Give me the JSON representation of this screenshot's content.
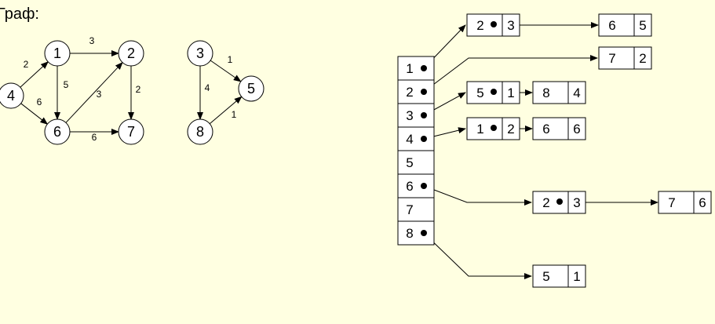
{
  "title": "Граф:",
  "graph": {
    "nodes": [
      {
        "label": "1"
      },
      {
        "label": "2"
      },
      {
        "label": "3"
      },
      {
        "label": "4"
      },
      {
        "label": "5"
      },
      {
        "label": "6"
      },
      {
        "label": "7"
      },
      {
        "label": "8"
      }
    ],
    "edges": [
      {
        "from": "4",
        "to": "1",
        "weight": "2"
      },
      {
        "from": "4",
        "to": "6",
        "weight": "6"
      },
      {
        "from": "1",
        "to": "2",
        "weight": "3"
      },
      {
        "from": "1",
        "to": "6",
        "weight": "5"
      },
      {
        "from": "6",
        "to": "2",
        "weight": "3"
      },
      {
        "from": "2",
        "to": "7",
        "weight": "2"
      },
      {
        "from": "6",
        "to": "7",
        "weight": "6"
      },
      {
        "from": "3",
        "to": "5",
        "weight": "1"
      },
      {
        "from": "3",
        "to": "8",
        "weight": "4"
      },
      {
        "from": "8",
        "to": "5",
        "weight": "1"
      }
    ]
  },
  "adjacency": {
    "header": [
      "1",
      "2",
      "3",
      "4",
      "5",
      "6",
      "7",
      "8"
    ],
    "lists": [
      {
        "vertex": "1",
        "nodes": [
          {
            "to": "2",
            "w": "3"
          },
          {
            "to": "6",
            "w": "5"
          }
        ]
      },
      {
        "vertex": "2",
        "nodes": [
          {
            "to": "7",
            "w": "2"
          }
        ]
      },
      {
        "vertex": "3",
        "nodes": [
          {
            "to": "5",
            "w": "1"
          },
          {
            "to": "8",
            "w": "4"
          }
        ]
      },
      {
        "vertex": "4",
        "nodes": [
          {
            "to": "1",
            "w": "2"
          },
          {
            "to": "6",
            "w": "6"
          }
        ]
      },
      {
        "vertex": "5",
        "nodes": []
      },
      {
        "vertex": "6",
        "nodes": [
          {
            "to": "2",
            "w": "3"
          },
          {
            "to": "7",
            "w": "6"
          }
        ]
      },
      {
        "vertex": "7",
        "nodes": []
      },
      {
        "vertex": "8",
        "nodes": [
          {
            "to": "5",
            "w": "1"
          }
        ]
      }
    ]
  }
}
